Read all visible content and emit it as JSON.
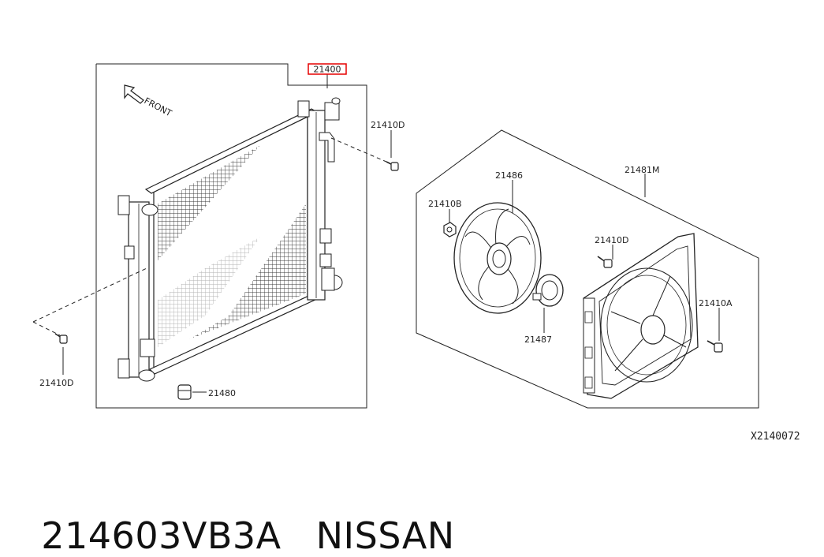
{
  "diagram": {
    "front_label": "FRONT",
    "callouts": {
      "radiator": "21400",
      "bolt_top": "21410D",
      "bolt_left": "21410D",
      "cap": "21480",
      "shroud_assy": "21481M",
      "fan_blade": "21486",
      "nut": "21410B",
      "bolt_shroud": "21410D",
      "bolt_right": "21410A",
      "motor": "21487"
    },
    "ref_code": "X2140072"
  },
  "footer": {
    "part_number": "214603VB3A",
    "brand": "NISSAN"
  },
  "colors": {
    "highlight_box": "#e60000",
    "line": "#222222"
  }
}
